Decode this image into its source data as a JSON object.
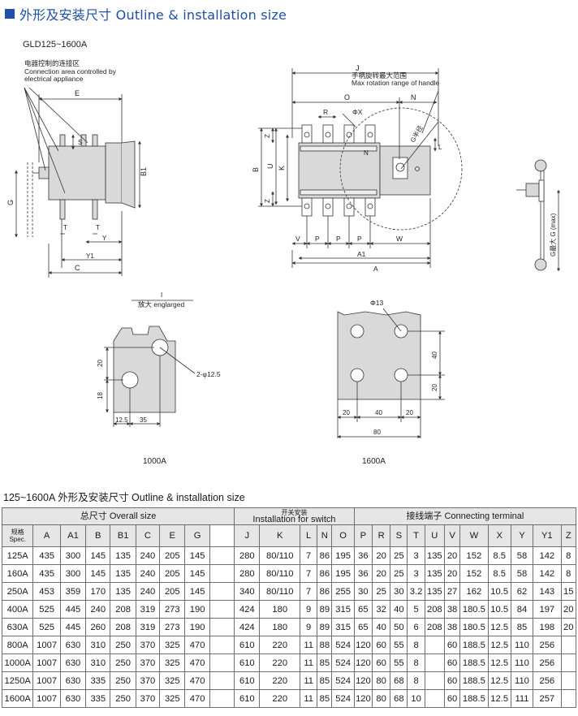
{
  "header": {
    "title": "外形及安装尺寸 Outline & installation size"
  },
  "drawing": {
    "model": "GLD125~1600A",
    "control_area_cn": "电器控制的连接区",
    "control_area_en1": "Connection area controlled by",
    "control_area_en2": "electrical appliance",
    "handle_cn": "手柄旋转最大范围",
    "handle_en": "Max rotation range of handle",
    "enlarged_mark": "I",
    "enlarged": "放大 englarged",
    "g_max": "G最大 G (max)",
    "g_radius": "G半径",
    "label_1000": "1000A",
    "label_1600": "1600A",
    "hole_1000": "2-φ12.5",
    "hole_1600": "Φ13",
    "dims": {
      "A": "A",
      "A1": "A1",
      "B": "B",
      "B1": "B1",
      "C": "C",
      "E": "E",
      "G": "G",
      "J": "J",
      "K": "K",
      "N": "N",
      "O": "O",
      "P": "P",
      "R": "R",
      "S": "S",
      "T": "T",
      "U": "U",
      "V": "V",
      "W": "W",
      "X": "ΦX",
      "Y": "Y",
      "Y1": "Y1",
      "Z": "Z",
      "d20": "20",
      "d18": "18",
      "d12_5": "12.5",
      "d35": "35",
      "d40": "40",
      "d80": "80"
    }
  },
  "table": {
    "subtitle": "125~1600A 外形及安装尺寸 Outline & installation size",
    "group_overall": "总尺寸 Overall size",
    "group_install_cn": "开关安装",
    "group_install_en": "Installation for switch",
    "group_terminal": "接线端子 Connecting terminal",
    "spec_cn": "规格",
    "spec_en": "Spec.",
    "columns_overall": [
      "A",
      "A1",
      "B",
      "B1",
      "C",
      "E",
      "G"
    ],
    "columns_install": [
      "J",
      "K",
      "L",
      "N",
      "O"
    ],
    "columns_terminal": [
      "P",
      "R",
      "S",
      "T",
      "U",
      "V",
      "W",
      "X",
      "Y",
      "Y1",
      "Z"
    ],
    "rows": [
      {
        "spec": "125A",
        "A": "435",
        "A1": "300",
        "B": "145",
        "B1": "135",
        "C": "240",
        "E": "205",
        "G": "145",
        "J": "280",
        "K": "80/110",
        "L": "7",
        "N": "86",
        "O": "195",
        "P": "36",
        "R": "20",
        "S": "25",
        "T": "3",
        "U": "135",
        "V": "20",
        "W": "152",
        "X": "8.5",
        "Y": "58",
        "Y1": "142",
        "Z": "8"
      },
      {
        "spec": "160A",
        "A": "435",
        "A1": "300",
        "B": "145",
        "B1": "135",
        "C": "240",
        "E": "205",
        "G": "145",
        "J": "280",
        "K": "80/110",
        "L": "7",
        "N": "86",
        "O": "195",
        "P": "36",
        "R": "20",
        "S": "25",
        "T": "3",
        "U": "135",
        "V": "20",
        "W": "152",
        "X": "8.5",
        "Y": "58",
        "Y1": "142",
        "Z": "8"
      },
      {
        "spec": "250A",
        "A": "453",
        "A1": "359",
        "B": "170",
        "B1": "135",
        "C": "240",
        "E": "205",
        "G": "145",
        "J": "340",
        "K": "80/110",
        "L": "7",
        "N": "86",
        "O": "255",
        "P": "30",
        "R": "25",
        "S": "30",
        "T": "3.2",
        "U": "135",
        "V": "27",
        "W": "162",
        "X": "10.5",
        "Y": "62",
        "Y1": "143",
        "Z": "15"
      },
      {
        "spec": "400A",
        "A": "525",
        "A1": "445",
        "B": "240",
        "B1": "208",
        "C": "319",
        "E": "273",
        "G": "190",
        "J": "424",
        "K": "180",
        "L": "9",
        "N": "89",
        "O": "315",
        "P": "65",
        "R": "32",
        "S": "40",
        "T": "5",
        "U": "208",
        "V": "38",
        "W": "180.5",
        "X": "10.5",
        "Y": "84",
        "Y1": "197",
        "Z": "20"
      },
      {
        "spec": "630A",
        "A": "525",
        "A1": "445",
        "B": "260",
        "B1": "208",
        "C": "319",
        "E": "273",
        "G": "190",
        "J": "424",
        "K": "180",
        "L": "9",
        "N": "89",
        "O": "315",
        "P": "65",
        "R": "40",
        "S": "50",
        "T": "6",
        "U": "208",
        "V": "38",
        "W": "180.5",
        "X": "12.5",
        "Y": "85",
        "Y1": "198",
        "Z": "20"
      },
      {
        "spec": "800A",
        "A": "1007",
        "A1": "630",
        "B": "310",
        "B1": "250",
        "C": "370",
        "E": "325",
        "G": "470",
        "J": "610",
        "K": "220",
        "L": "11",
        "N": "88",
        "O": "524",
        "P": "120",
        "R": "60",
        "S": "55",
        "T": "8",
        "U": "",
        "V": "60",
        "W": "188.5",
        "X": "12.5",
        "Y": "110",
        "Y1": "256",
        "Z": ""
      },
      {
        "spec": "1000A",
        "A": "1007",
        "A1": "630",
        "B": "310",
        "B1": "250",
        "C": "370",
        "E": "325",
        "G": "470",
        "J": "610",
        "K": "220",
        "L": "11",
        "N": "85",
        "O": "524",
        "P": "120",
        "R": "60",
        "S": "55",
        "T": "8",
        "U": "",
        "V": "60",
        "W": "188.5",
        "X": "12.5",
        "Y": "110",
        "Y1": "256",
        "Z": ""
      },
      {
        "spec": "1250A",
        "A": "1007",
        "A1": "630",
        "B": "335",
        "B1": "250",
        "C": "370",
        "E": "325",
        "G": "470",
        "J": "610",
        "K": "220",
        "L": "11",
        "N": "85",
        "O": "524",
        "P": "120",
        "R": "80",
        "S": "68",
        "T": "8",
        "U": "",
        "V": "60",
        "W": "188.5",
        "X": "12.5",
        "Y": "110",
        "Y1": "256",
        "Z": ""
      },
      {
        "spec": "1600A",
        "A": "1007",
        "A1": "630",
        "B": "335",
        "B1": "250",
        "C": "370",
        "E": "325",
        "G": "470",
        "J": "610",
        "K": "220",
        "L": "11",
        "N": "85",
        "O": "524",
        "P": "120",
        "R": "80",
        "S": "68",
        "T": "10",
        "U": "",
        "V": "60",
        "W": "188.5",
        "X": "12.5",
        "Y": "111",
        "Y1": "257",
        "Z": ""
      }
    ]
  },
  "colors": {
    "accent": "#1f4fa8",
    "header_fill": "#e6e6e6",
    "part_fill": "#d9d9d9"
  }
}
